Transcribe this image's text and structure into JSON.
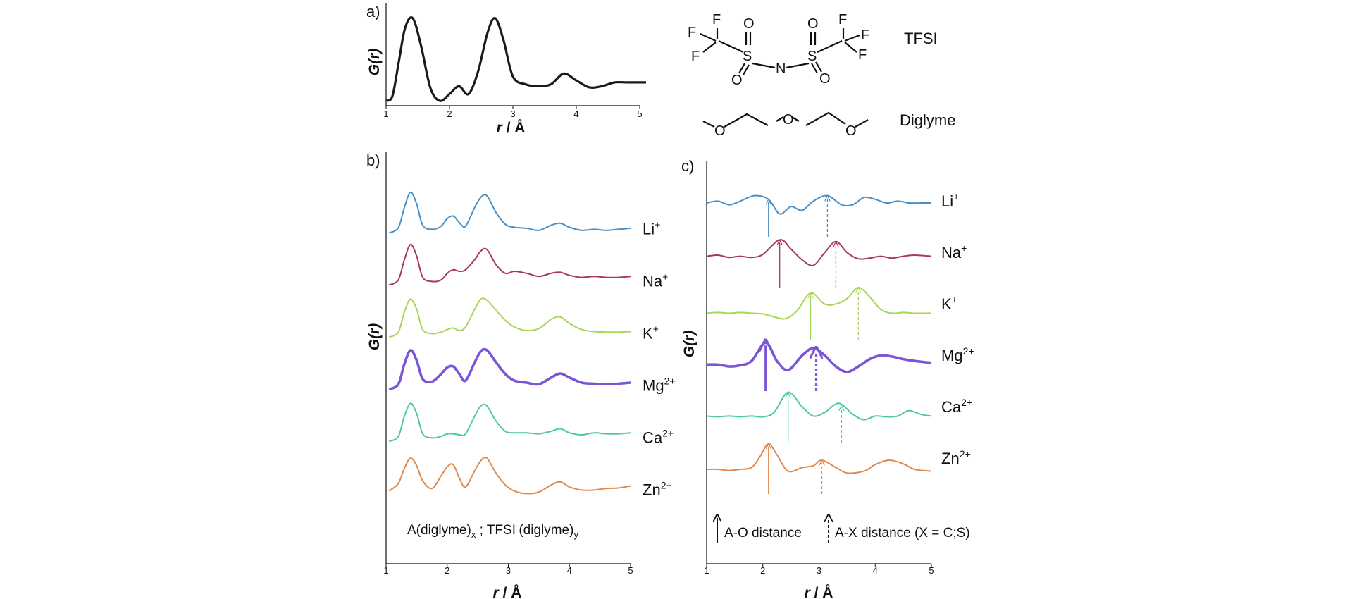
{
  "panels": {
    "a": {
      "label": "a)",
      "xlabel_r": "r",
      "xlabel_unit": " / Å",
      "ylabel": "G(r)",
      "xticks": [
        1,
        2,
        3,
        4,
        5
      ],
      "color": "#1a1a1a"
    },
    "b": {
      "label": "b)",
      "xlabel_r": "r",
      "xlabel_unit": " / Å",
      "ylabel": "G(r)",
      "xticks": [
        1,
        2,
        3,
        4,
        5
      ],
      "note_a": "A(diglyme)",
      "note_a_sub": "x",
      "note_sep": " ;  TFSI",
      "note_sup": "-",
      "note_b": "(diglyme)",
      "note_b_sub": "y"
    },
    "c": {
      "label": "c)",
      "xlabel_r": "r",
      "xlabel_unit": " / Å",
      "ylabel": "G(r)",
      "xticks": [
        1,
        2,
        3,
        4,
        5
      ],
      "legend_solid": "A-O distance",
      "legend_dashed": "A-X distance (X = C;S)"
    }
  },
  "molecules": {
    "tfsi_name": "TFSI",
    "diglyme_name": "Diglyme",
    "atoms": {
      "F": "F",
      "S": "S",
      "O": "O",
      "N": "N"
    }
  },
  "ions": [
    {
      "base": "Li",
      "sup": "+",
      "color": "#4a90c4"
    },
    {
      "base": "Na",
      "sup": "+",
      "color": "#a83a55"
    },
    {
      "base": "K",
      "sup": "+",
      "color": "#a6d65a"
    },
    {
      "base": "Mg",
      "sup": "2+",
      "color": "#7b55d6"
    },
    {
      "base": "Ca",
      "sup": "2+",
      "color": "#4fc7a8"
    },
    {
      "base": "Zn",
      "sup": "2+",
      "color": "#e08a50"
    }
  ],
  "chart_data": [
    {
      "panel": "a",
      "type": "line",
      "xlabel": "r / Å",
      "ylabel": "G(r)",
      "xlim": [
        1,
        5
      ],
      "series": [
        {
          "x": [
            1.0,
            1.1,
            1.2,
            1.3,
            1.42,
            1.55,
            1.7,
            1.85,
            2.0,
            2.15,
            2.3,
            2.45,
            2.6,
            2.72,
            2.85,
            3.0,
            3.2,
            3.4,
            3.6,
            3.8,
            4.0,
            4.2,
            4.4,
            4.6,
            4.8,
            5.0,
            5.1
          ],
          "y": [
            0.05,
            0.1,
            0.45,
            0.8,
            0.9,
            0.62,
            0.18,
            0.05,
            0.12,
            0.2,
            0.12,
            0.35,
            0.75,
            0.9,
            0.68,
            0.3,
            0.22,
            0.2,
            0.22,
            0.33,
            0.26,
            0.19,
            0.2,
            0.24,
            0.24,
            0.24,
            0.24
          ]
        }
      ]
    },
    {
      "panel": "b",
      "type": "line",
      "xlabel": "r / Å",
      "ylabel": "G(r)",
      "xlim": [
        1,
        5
      ],
      "series": [
        {
          "name": "Li⁺",
          "x": [
            1.05,
            1.2,
            1.3,
            1.4,
            1.5,
            1.6,
            1.75,
            1.9,
            2.0,
            2.1,
            2.2,
            2.3,
            2.45,
            2.55,
            2.65,
            2.8,
            2.95,
            3.1,
            3.3,
            3.5,
            3.7,
            3.85,
            4.0,
            4.2,
            4.4,
            4.6,
            4.8,
            5.0
          ],
          "y": [
            0.05,
            0.15,
            0.55,
            0.85,
            0.62,
            0.2,
            0.12,
            0.18,
            0.33,
            0.38,
            0.25,
            0.18,
            0.55,
            0.75,
            0.78,
            0.45,
            0.22,
            0.16,
            0.14,
            0.1,
            0.2,
            0.24,
            0.16,
            0.1,
            0.12,
            0.1,
            0.12,
            0.14
          ]
        },
        {
          "name": "Na⁺",
          "x": [
            1.05,
            1.2,
            1.3,
            1.4,
            1.5,
            1.6,
            1.75,
            1.9,
            2.0,
            2.1,
            2.2,
            2.3,
            2.45,
            2.55,
            2.65,
            2.8,
            2.95,
            3.1,
            3.3,
            3.5,
            3.7,
            3.85,
            4.0,
            4.2,
            4.4,
            4.6,
            4.8,
            5.0
          ],
          "y": [
            0.05,
            0.15,
            0.55,
            0.85,
            0.62,
            0.2,
            0.12,
            0.15,
            0.28,
            0.35,
            0.32,
            0.35,
            0.55,
            0.72,
            0.75,
            0.45,
            0.28,
            0.32,
            0.28,
            0.22,
            0.28,
            0.3,
            0.24,
            0.2,
            0.22,
            0.2,
            0.2,
            0.22
          ]
        },
        {
          "name": "K⁺",
          "x": [
            1.05,
            1.2,
            1.3,
            1.4,
            1.5,
            1.6,
            1.75,
            1.9,
            2.0,
            2.1,
            2.2,
            2.3,
            2.45,
            2.55,
            2.65,
            2.8,
            2.95,
            3.1,
            3.3,
            3.5,
            3.7,
            3.85,
            4.0,
            4.2,
            4.4,
            4.6,
            4.8,
            5.0
          ],
          "y": [
            0.05,
            0.15,
            0.55,
            0.8,
            0.6,
            0.2,
            0.12,
            0.15,
            0.2,
            0.23,
            0.18,
            0.25,
            0.6,
            0.8,
            0.78,
            0.58,
            0.38,
            0.25,
            0.18,
            0.22,
            0.4,
            0.45,
            0.32,
            0.2,
            0.16,
            0.15,
            0.15,
            0.16
          ]
        },
        {
          "name": "Mg²⁺",
          "x": [
            1.05,
            1.2,
            1.3,
            1.4,
            1.5,
            1.6,
            1.75,
            1.9,
            2.0,
            2.1,
            2.2,
            2.3,
            2.45,
            2.55,
            2.65,
            2.8,
            2.95,
            3.1,
            3.3,
            3.5,
            3.7,
            3.85,
            4.0,
            4.2,
            4.4,
            4.6,
            4.8,
            5.0
          ],
          "y": [
            0.05,
            0.15,
            0.55,
            0.82,
            0.62,
            0.25,
            0.2,
            0.35,
            0.48,
            0.5,
            0.35,
            0.22,
            0.58,
            0.8,
            0.82,
            0.58,
            0.35,
            0.22,
            0.18,
            0.15,
            0.28,
            0.36,
            0.28,
            0.18,
            0.16,
            0.15,
            0.16,
            0.18
          ]
        },
        {
          "name": "Ca²⁺",
          "x": [
            1.05,
            1.2,
            1.3,
            1.4,
            1.5,
            1.6,
            1.75,
            1.9,
            2.0,
            2.1,
            2.2,
            2.3,
            2.45,
            2.55,
            2.65,
            2.8,
            2.95,
            3.1,
            3.3,
            3.5,
            3.7,
            3.85,
            4.0,
            4.2,
            4.4,
            4.6,
            4.8,
            5.0
          ],
          "y": [
            0.05,
            0.15,
            0.55,
            0.8,
            0.6,
            0.2,
            0.12,
            0.15,
            0.2,
            0.2,
            0.18,
            0.2,
            0.55,
            0.75,
            0.75,
            0.45,
            0.25,
            0.22,
            0.22,
            0.2,
            0.25,
            0.3,
            0.22,
            0.18,
            0.22,
            0.2,
            0.2,
            0.22
          ]
        },
        {
          "name": "Zn²⁺",
          "x": [
            1.05,
            1.2,
            1.3,
            1.4,
            1.5,
            1.6,
            1.75,
            1.9,
            2.0,
            2.1,
            2.2,
            2.3,
            2.45,
            2.55,
            2.65,
            2.8,
            2.95,
            3.1,
            3.3,
            3.5,
            3.7,
            3.85,
            4.0,
            4.2,
            4.4,
            4.6,
            4.8,
            5.0
          ],
          "y": [
            0.1,
            0.25,
            0.55,
            0.75,
            0.6,
            0.3,
            0.15,
            0.4,
            0.58,
            0.62,
            0.35,
            0.18,
            0.5,
            0.7,
            0.75,
            0.45,
            0.22,
            0.1,
            0.05,
            0.08,
            0.22,
            0.28,
            0.18,
            0.12,
            0.12,
            0.15,
            0.16,
            0.2
          ]
        }
      ]
    },
    {
      "panel": "c",
      "type": "line",
      "xlabel": "r / Å",
      "ylabel": "G(r)",
      "xlim": [
        1,
        5
      ],
      "series": [
        {
          "name": "Li⁺",
          "x": [
            1.0,
            1.2,
            1.4,
            1.6,
            1.85,
            2.1,
            2.3,
            2.5,
            2.7,
            2.9,
            3.15,
            3.4,
            3.6,
            3.8,
            4.0,
            4.2,
            4.4,
            4.6,
            4.8,
            5.0
          ],
          "y": [
            0.5,
            0.55,
            0.45,
            0.55,
            0.7,
            0.6,
            0.2,
            0.4,
            0.3,
            0.55,
            0.7,
            0.45,
            0.45,
            0.65,
            0.6,
            0.5,
            0.55,
            0.5,
            0.5,
            0.5
          ],
          "solid_arrow_x": 2.1,
          "dashed_arrow_x": 3.15
        },
        {
          "name": "Na⁺",
          "x": [
            1.0,
            1.2,
            1.4,
            1.6,
            1.8,
            2.0,
            2.3,
            2.5,
            2.7,
            2.9,
            3.1,
            3.3,
            3.5,
            3.7,
            3.9,
            4.1,
            4.3,
            4.5,
            4.7,
            5.0
          ],
          "y": [
            0.45,
            0.48,
            0.42,
            0.45,
            0.42,
            0.5,
            0.9,
            0.65,
            0.35,
            0.2,
            0.55,
            0.85,
            0.55,
            0.38,
            0.4,
            0.45,
            0.4,
            0.45,
            0.48,
            0.45
          ],
          "solid_arrow_x": 2.3,
          "dashed_arrow_x": 3.3
        },
        {
          "name": "K⁺",
          "x": [
            1.0,
            1.2,
            1.4,
            1.6,
            1.8,
            2.0,
            2.2,
            2.4,
            2.6,
            2.85,
            3.1,
            3.3,
            3.5,
            3.7,
            3.9,
            4.1,
            4.3,
            4.5,
            4.7,
            5.0
          ],
          "y": [
            0.3,
            0.32,
            0.3,
            0.32,
            0.3,
            0.28,
            0.2,
            0.15,
            0.35,
            0.85,
            0.55,
            0.55,
            0.7,
            1.0,
            0.75,
            0.4,
            0.3,
            0.32,
            0.3,
            0.3
          ],
          "solid_arrow_x": 2.85,
          "dashed_arrow_x": 3.7
        },
        {
          "name": "Mg²⁺",
          "x": [
            1.0,
            1.2,
            1.4,
            1.6,
            1.8,
            2.05,
            2.25,
            2.45,
            2.7,
            2.9,
            3.1,
            3.3,
            3.5,
            3.7,
            3.9,
            4.1,
            4.3,
            4.5,
            4.7,
            5.0
          ],
          "y": [
            0.3,
            0.3,
            0.25,
            0.28,
            0.4,
            0.9,
            0.4,
            0.15,
            0.55,
            0.75,
            0.55,
            0.25,
            0.1,
            0.25,
            0.45,
            0.55,
            0.52,
            0.45,
            0.4,
            0.35
          ],
          "solid_arrow_x": 2.05,
          "dashed_arrow_x": 2.95
        },
        {
          "name": "Ca²⁺",
          "x": [
            1.0,
            1.2,
            1.4,
            1.6,
            1.8,
            2.0,
            2.2,
            2.45,
            2.7,
            2.9,
            3.1,
            3.35,
            3.6,
            3.8,
            4.0,
            4.2,
            4.4,
            4.6,
            4.8,
            5.0
          ],
          "y": [
            0.3,
            0.28,
            0.3,
            0.28,
            0.3,
            0.28,
            0.4,
            0.95,
            0.55,
            0.3,
            0.4,
            0.65,
            0.35,
            0.2,
            0.3,
            0.28,
            0.3,
            0.45,
            0.35,
            0.3
          ],
          "solid_arrow_x": 2.45,
          "dashed_arrow_x": 3.4
        },
        {
          "name": "Zn²⁺",
          "x": [
            1.0,
            1.2,
            1.4,
            1.6,
            1.8,
            1.95,
            2.1,
            2.25,
            2.45,
            2.7,
            2.9,
            3.05,
            3.3,
            3.5,
            3.8,
            4.0,
            4.25,
            4.5,
            4.7,
            5.0
          ],
          "y": [
            0.25,
            0.25,
            0.22,
            0.25,
            0.3,
            0.6,
            0.95,
            0.65,
            0.2,
            0.3,
            0.35,
            0.5,
            0.3,
            0.15,
            0.2,
            0.38,
            0.5,
            0.4,
            0.25,
            0.2
          ],
          "solid_arrow_x": 2.1,
          "dashed_arrow_x": 3.05
        }
      ]
    }
  ]
}
